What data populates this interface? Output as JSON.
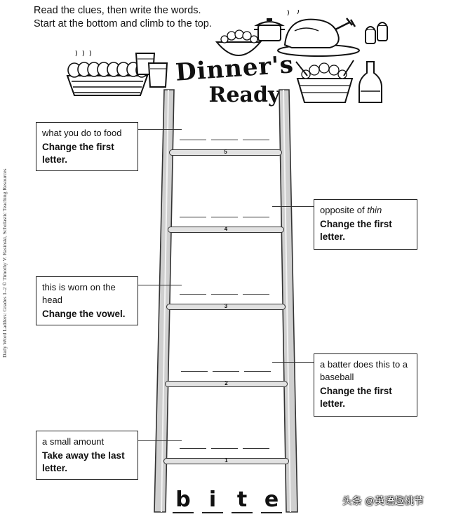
{
  "instructions": {
    "line1": "Read the clues, then write the words.",
    "line2": "Start at the bottom and climb to the top."
  },
  "side_credit": "Daily Word Ladders: Grades 1–2 © Timothy V. Rasinski, Scholastic Teaching Resources",
  "title": {
    "line1": "Dinner's",
    "line2": "Ready"
  },
  "clues": [
    {
      "id": "5",
      "text": "what you do to food",
      "instruction": "Change the first letter."
    },
    {
      "id": "4",
      "text_prefix": "opposite of ",
      "text_em": "thin",
      "instruction": "Change the first letter."
    },
    {
      "id": "3",
      "text": "this is worn on the head",
      "instruction": "Change the vowel."
    },
    {
      "id": "2",
      "text": "a batter does this to a baseball",
      "instruction": "Change the first letter."
    },
    {
      "id": "1",
      "text": "a small amount",
      "instruction": "Take away the last letter."
    }
  ],
  "rungs": [
    "5",
    "4",
    "3",
    "2",
    "1"
  ],
  "start_word": [
    "b",
    "i",
    "t",
    "e"
  ],
  "watermark": "头条 @英语趣桃节",
  "icons": [
    "bread-basket-icon",
    "glasses-icon",
    "salad-bowl-icon",
    "pot-icon",
    "roast-turkey-icon",
    "salt-shaker-icon",
    "pepper-shaker-icon",
    "pasta-bowl-icon",
    "wine-bottle-icon"
  ]
}
